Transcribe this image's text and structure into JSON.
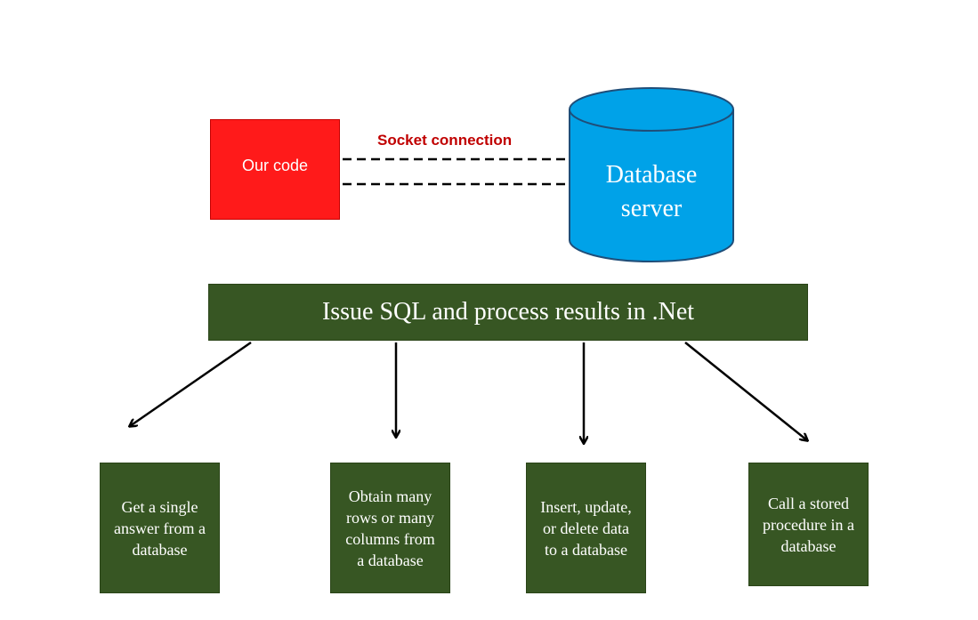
{
  "diagram": {
    "client": {
      "label": "Our code"
    },
    "connection": {
      "label": "Socket connection"
    },
    "database": {
      "label": "Database\nserver"
    },
    "process": {
      "label": "Issue SQL and process results in .Net"
    },
    "tasks": [
      {
        "label": "Get a single\nanswer from a\ndatabase"
      },
      {
        "label": "Obtain many\nrows or many\ncolumns from\na database"
      },
      {
        "label": "Insert, update,\nor delete data\nto a database"
      },
      {
        "label": "Call a stored\nprocedure in a\ndatabase"
      }
    ]
  },
  "colors": {
    "client_fill": "#ff1a1a",
    "connection_label": "#c00000",
    "database_fill": "#00a2e8",
    "box_fill": "#375623",
    "arrow": "#000000"
  }
}
